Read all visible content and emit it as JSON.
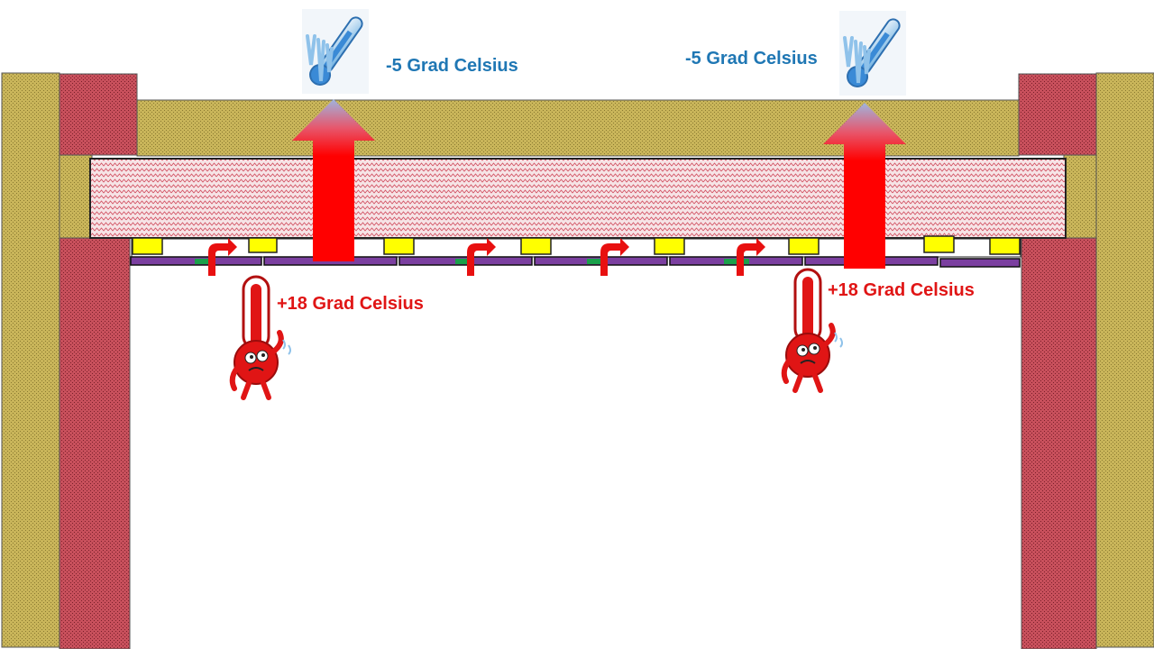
{
  "labels": {
    "outside_temp_left": "-5 Grad Celsius",
    "outside_temp_right": "-5 Grad Celsius",
    "inside_temp_left": "+18 Grad Celsius",
    "inside_temp_right": "+18 Grad Celsius"
  },
  "colors": {
    "wood_fill": "#c9b55a",
    "brick_fill": "#b23a48",
    "insulation_fill": "#f3d9dc",
    "cold_text": "#1f77b4",
    "warm_text": "#e01515",
    "arrow_red": "#ff0000",
    "batten_yellow": "#ffff00",
    "membrane_purple": "#7b3fa0",
    "seal_green": "#1aa04a"
  },
  "icons": {
    "cold_thermometer": "frozen-thermometer-icon",
    "warm_thermometer": "hot-thermometer-character-icon",
    "heat_flow": "up-arrow-icon",
    "air_leak": "curved-arrow-icon"
  }
}
